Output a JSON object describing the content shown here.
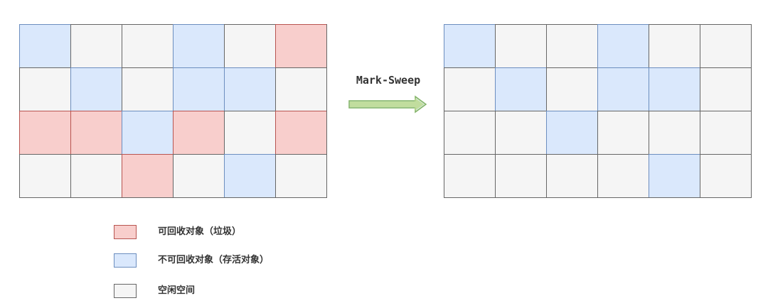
{
  "diagram": {
    "arrow_label": "Mark-Sweep",
    "before_grid": [
      [
        "live",
        "free",
        "free",
        "live",
        "free",
        "garbage"
      ],
      [
        "free",
        "live",
        "free",
        "live",
        "live",
        "free"
      ],
      [
        "garbage",
        "garbage",
        "live",
        "garbage",
        "free",
        "garbage"
      ],
      [
        "free",
        "free",
        "garbage",
        "free",
        "live",
        "free"
      ]
    ],
    "after_grid": [
      [
        "live",
        "free",
        "free",
        "live",
        "free",
        "free"
      ],
      [
        "free",
        "live",
        "free",
        "live",
        "live",
        "free"
      ],
      [
        "free",
        "free",
        "live",
        "free",
        "free",
        "free"
      ],
      [
        "free",
        "free",
        "free",
        "free",
        "live",
        "free"
      ]
    ]
  },
  "legend": {
    "items": [
      {
        "kind": "garbage",
        "label": "可回收对象（垃圾）"
      },
      {
        "kind": "live",
        "label": "不可回收对象（存活对象）"
      },
      {
        "kind": "free",
        "label": "空闲空间"
      }
    ]
  },
  "colors": {
    "garbage_fill": "#f8cecc",
    "garbage_stroke": "#b85450",
    "live_fill": "#dae8fc",
    "live_stroke": "#6c8ebf",
    "free_fill": "#f5f5f5",
    "free_stroke": "#666666",
    "arrow_fill": "#d5e8d4",
    "arrow_stroke": "#82b366"
  }
}
